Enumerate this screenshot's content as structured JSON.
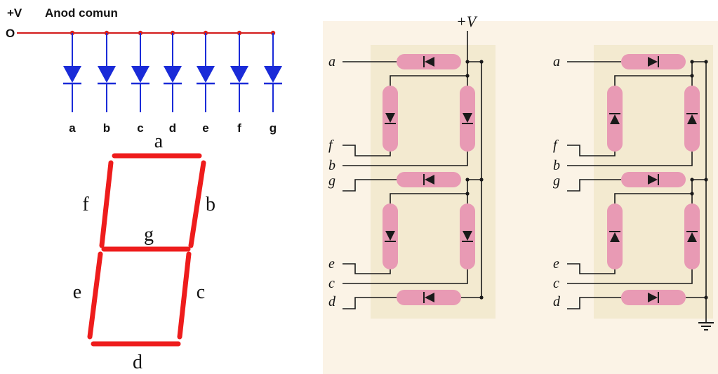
{
  "colors": {
    "wire_red": "#d42020",
    "diode_blue": "#1a2bd8",
    "segment_red": "#ee1c1c",
    "panel_bg": "#fbf3e6",
    "pad_bg": "#f3ead0",
    "pink": "#e89ab4",
    "dark": "#1a1a1a"
  },
  "common_anode": {
    "supply_label": "+V",
    "title": "Anod comun",
    "terminal": "O",
    "pin_labels": [
      "a",
      "b",
      "c",
      "d",
      "e",
      "f",
      "g"
    ]
  },
  "display": {
    "segment_labels": {
      "a": "a",
      "b": "b",
      "c": "c",
      "d": "d",
      "e": "e",
      "f": "f",
      "g": "g"
    }
  },
  "schematic": {
    "supply_label": "+V",
    "left_inputs": [
      "a",
      "f",
      "b",
      "g",
      "e",
      "c",
      "d"
    ],
    "right_inputs": [
      "a",
      "f",
      "b",
      "g",
      "e",
      "c",
      "d"
    ],
    "ground_icon": "ground-icon"
  }
}
